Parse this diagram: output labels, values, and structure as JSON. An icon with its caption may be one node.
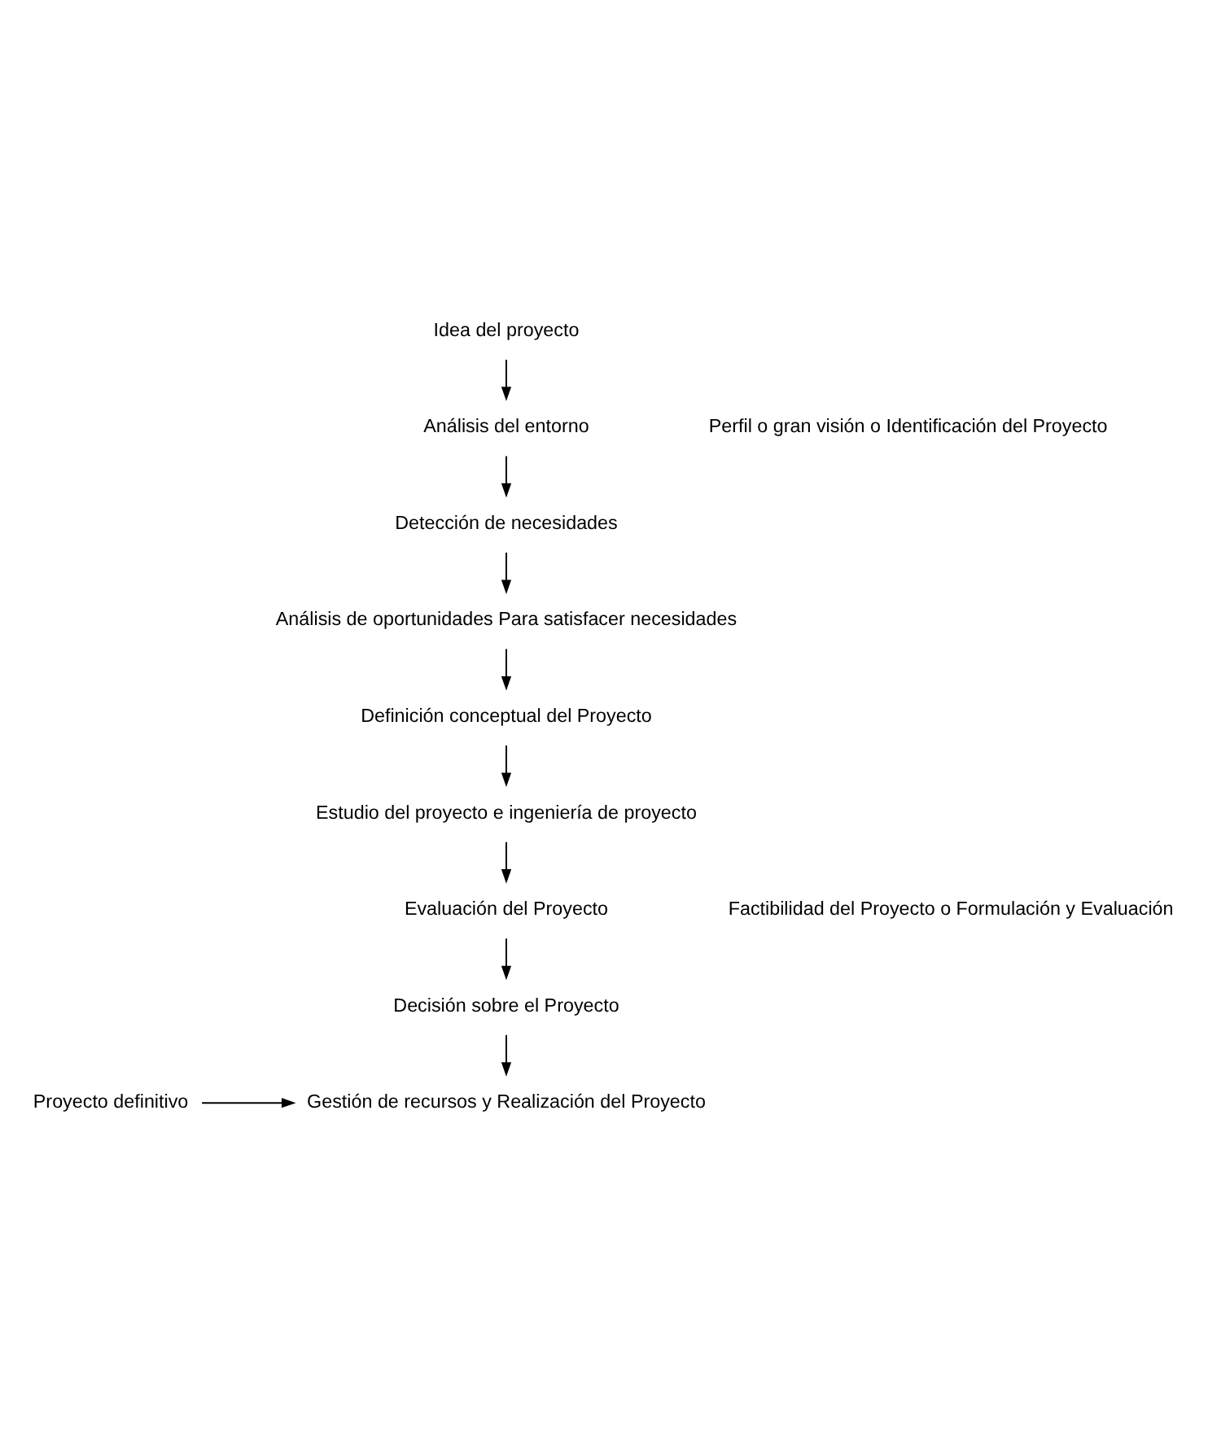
{
  "diagram": {
    "nodes": [
      {
        "text": [
          "Idea del proyecto"
        ]
      },
      {
        "text": [
          "Análisis del entorno"
        ]
      },
      {
        "text": [
          "Detección de necesidades"
        ]
      },
      {
        "text": [
          "Análisis de oportunidades Para satisfacer necesidades"
        ]
      },
      {
        "text": [
          "Definición conceptual del Proyecto"
        ]
      },
      {
        "text": [
          "Estudio del proyecto e ingeniería de proyecto"
        ]
      },
      {
        "text": [
          "Evaluación del Proyecto"
        ]
      },
      {
        "text": [
          "Decisión sobre el Proyecto"
        ]
      },
      {
        "text": [
          "Gestión de recursos y Realización del Proyecto"
        ]
      },
      {
        "text": [
          "Proyecto definitivo"
        ]
      }
    ],
    "edges": [
      {
        "from": 0,
        "to": 1,
        "arrow": "to"
      },
      {
        "from": 1,
        "to": 2,
        "arrow": "to"
      },
      {
        "from": 2,
        "to": 3,
        "arrow": "to"
      },
      {
        "from": 3,
        "to": 4,
        "arrow": "to"
      },
      {
        "from": 4,
        "to": 5,
        "arrow": "to"
      },
      {
        "from": 5,
        "to": 6,
        "arrow": "to"
      },
      {
        "from": 6,
        "to": 7,
        "arrow": "to"
      },
      {
        "from": 7,
        "to": 8,
        "arrow": "to"
      },
      {
        "from": 9,
        "to": 8,
        "arrow": "to"
      }
    ],
    "labels": [
      "Perfil o gran visión o Identificación del Proyecto",
      "Factibilidad del Proyecto o Formulación y Evaluación"
    ]
  }
}
